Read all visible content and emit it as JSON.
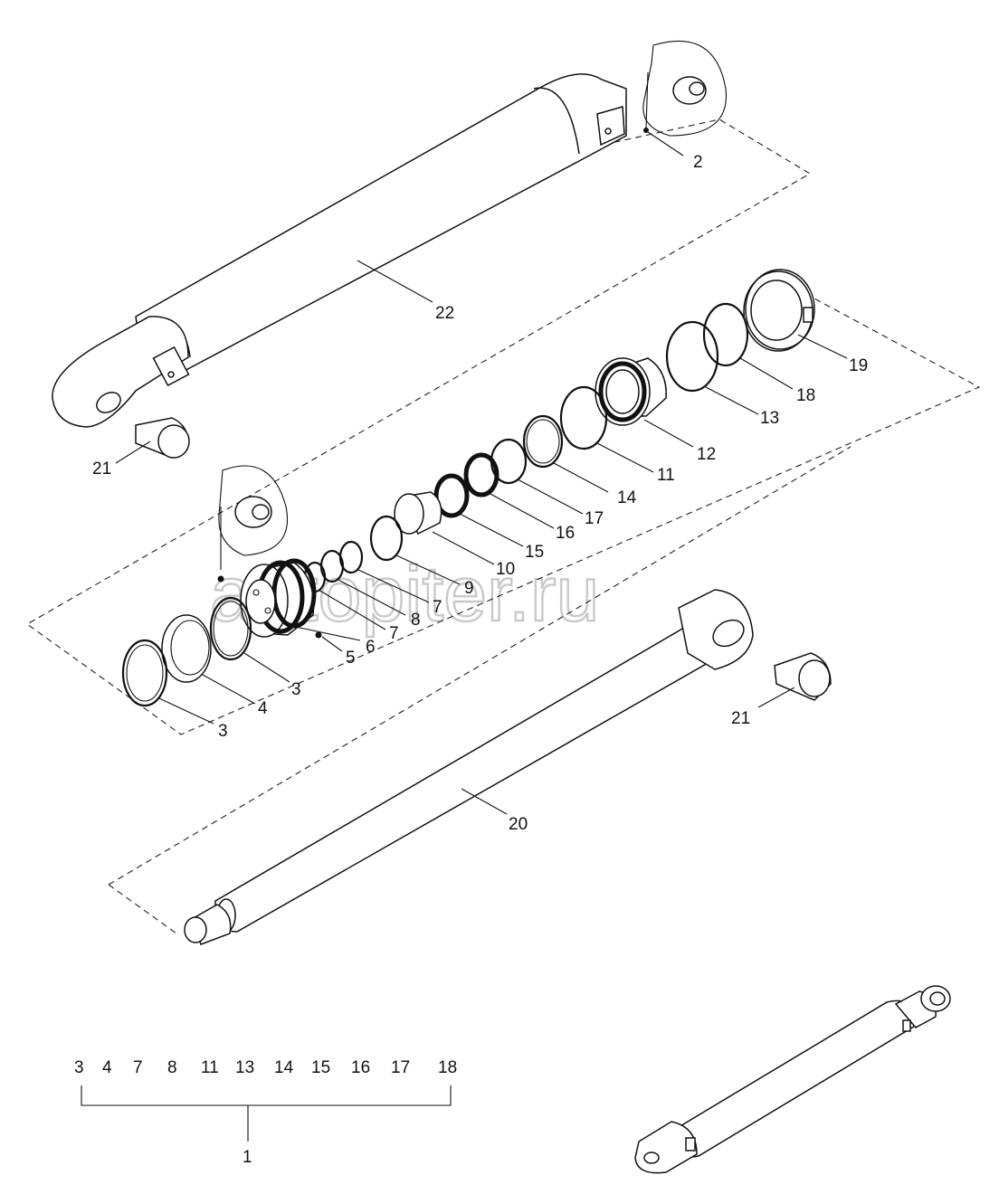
{
  "watermark": "autopiter.ru",
  "callouts": {
    "c1": "1",
    "c2": "2",
    "c3a": "3",
    "c3b": "3",
    "c4": "4",
    "c5": "5",
    "c6": "6",
    "c7a": "7",
    "c7b": "7",
    "c8": "8",
    "c9": "9",
    "c10": "10",
    "c11": "11",
    "c12": "12",
    "c13": "13",
    "c14": "14",
    "c15": "15",
    "c16": "16",
    "c17": "17",
    "c18": "18",
    "c19": "19",
    "c20": "20",
    "c21a": "21",
    "c21b": "21",
    "c22": "22"
  },
  "kit": {
    "items": [
      "3",
      "4",
      "7",
      "8",
      "11",
      "13",
      "14",
      "15",
      "16",
      "17",
      "18"
    ],
    "total": "1"
  },
  "colors": {
    "line": "#111111",
    "background": "#ffffff",
    "watermark": "#c9c9c9"
  }
}
